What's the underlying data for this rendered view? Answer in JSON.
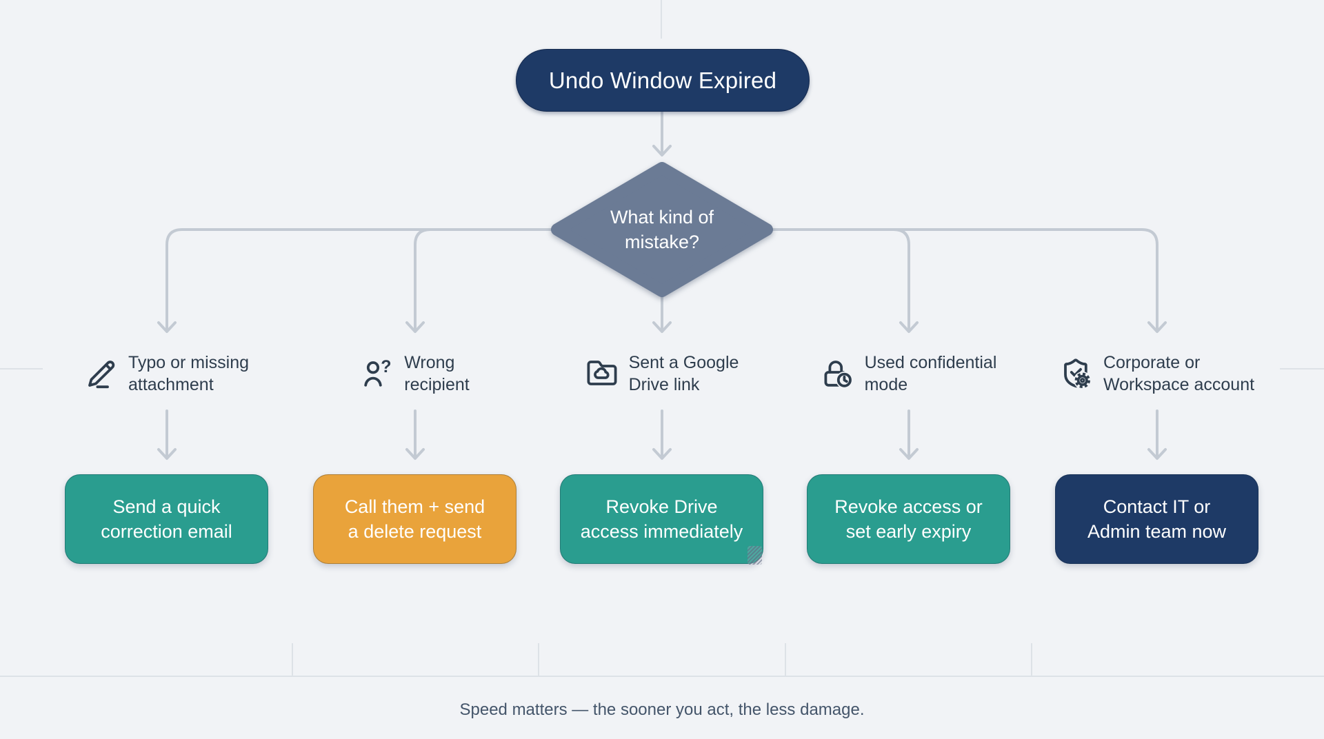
{
  "page": {
    "background_color": "#f1f3f6",
    "caption": "Speed matters — the sooner you act, the less damage."
  },
  "flowchart": {
    "connector_color": "#c3cad3",
    "faint_line_color": "#dde2e7",
    "root": {
      "label": "Undo Window Expired",
      "color": "#1e3a66"
    },
    "decision": {
      "label": "What kind of mistake?",
      "lines": [
        "What kind of",
        "mistake?"
      ],
      "color": "#6b7b95"
    },
    "branches": [
      {
        "id": "typo",
        "icon": "pencil-line-icon",
        "condition_label": "Typo or missing attachment",
        "condition_lines": [
          "Typo or missing",
          "attachment"
        ],
        "action_label": "Send a quick correction email",
        "action_lines": [
          "Send a quick",
          "correction email"
        ],
        "action_color": "#2a9d8f"
      },
      {
        "id": "wrong-recipient",
        "icon": "user-question-icon",
        "condition_label": "Wrong recipient",
        "condition_lines": [
          "Wrong",
          "recipient"
        ],
        "action_label": "Call them + send a delete request",
        "action_lines": [
          "Call them + send",
          "a delete request"
        ],
        "action_color": "#e9a33b"
      },
      {
        "id": "drive-link",
        "icon": "folder-cloud-icon",
        "condition_label": "Sent a Google Drive link",
        "condition_lines": [
          "Sent a Google",
          "Drive link"
        ],
        "action_label": "Revoke Drive access immediately",
        "action_lines": [
          "Revoke Drive",
          "access immediately"
        ],
        "action_color": "#2a9d8f"
      },
      {
        "id": "confidential-mode",
        "icon": "lock-clock-icon",
        "condition_label": "Used confidential mode",
        "condition_lines": [
          "Used confidential",
          "mode"
        ],
        "action_label": "Revoke access or set early expiry",
        "action_lines": [
          "Revoke access or",
          "set early expiry"
        ],
        "action_color": "#2a9d8f"
      },
      {
        "id": "corporate-account",
        "icon": "shield-gear-icon",
        "condition_label": "Corporate or Workspace account",
        "condition_lines": [
          "Corporate or",
          "Workspace account"
        ],
        "action_label": "Contact IT or Admin team now",
        "action_lines": [
          "Contact IT or",
          "Admin team now"
        ],
        "action_color": "#1e3a66"
      }
    ]
  }
}
